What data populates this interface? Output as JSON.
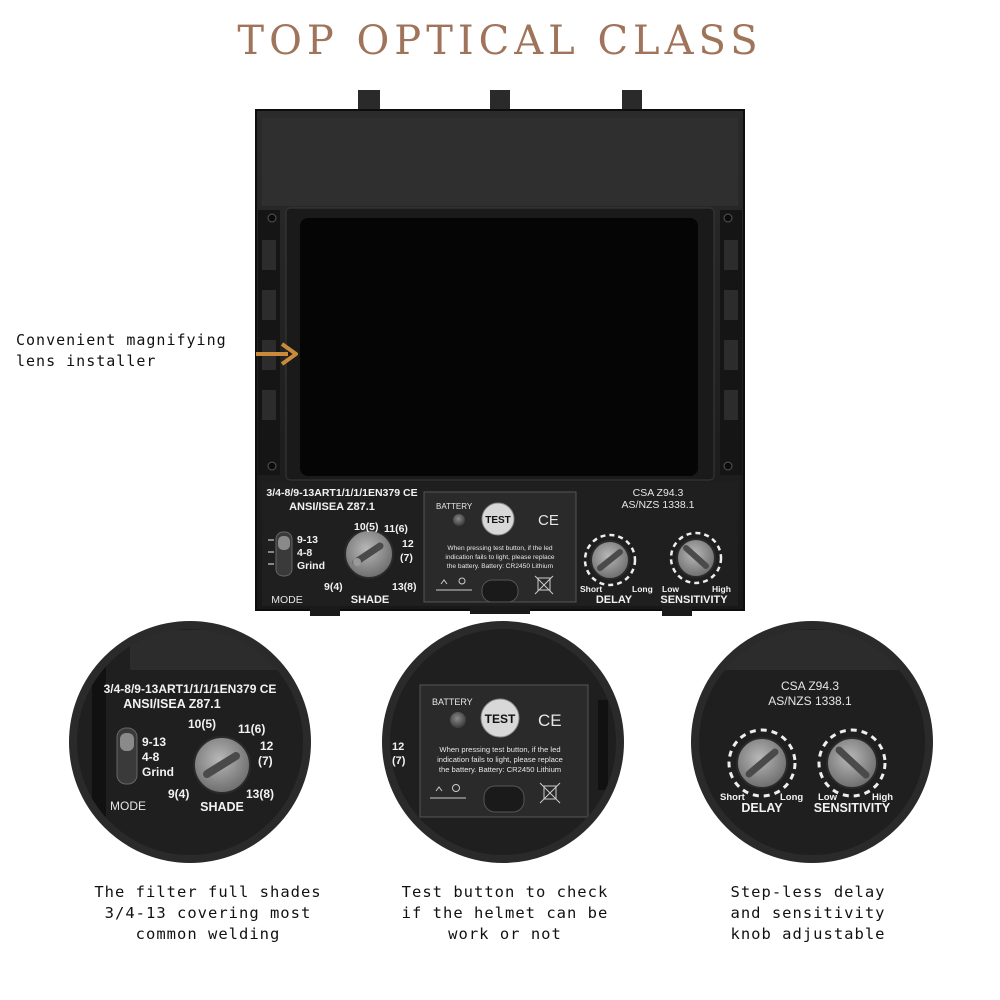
{
  "title": "TOP OPTICAL CLASS",
  "callout": {
    "lines": [
      "Convenient magnifying",
      "lens installer"
    ]
  },
  "cartridge": {
    "standards_line1": "3/4-8/9-13ART1/1/1/1EN379 CE",
    "standards_line2": "ANSI/ISEA  Z87.1",
    "csa": "CSA Z94.3",
    "asnzs": "AS/NZS 1338.1",
    "mode_options": [
      "9-13",
      "4-8",
      "Grind"
    ],
    "mode_label": "MODE",
    "shade_marks": [
      "10(5)",
      "11(6)",
      "12",
      "(7)",
      "9(4)",
      "13(8)"
    ],
    "shade_label": "SHADE",
    "battery_label": "BATTERY",
    "test_label": "TEST",
    "ce_mark": "CE",
    "battery_notice": [
      "When pressing test button, if the led",
      "indication fails to light, please replace",
      "the battery. Battery: CR2450 Lithium"
    ],
    "delay_short": "Short",
    "delay_long": "Long",
    "delay_label": "DELAY",
    "sens_low": "Low",
    "sens_high": "High",
    "sens_label": "SENSITIVITY"
  },
  "captions": [
    [
      "The filter full shades",
      "3/4-13 covering most",
      "common welding"
    ],
    [
      "Test button to check",
      "if the helmet can be",
      "work or not"
    ],
    [
      "Step-less delay",
      "and sensitivity",
      "knob adjustable"
    ]
  ],
  "colors": {
    "title": "#a0745a",
    "arrow": "#c98a3a",
    "body": "#1e1e1e",
    "lens": "#050505"
  }
}
